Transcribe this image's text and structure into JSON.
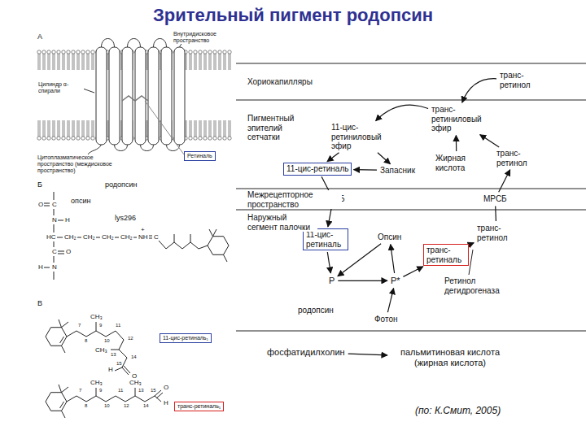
{
  "diagram": {
    "title": "Зрительный пигмент родопсин",
    "caption": "(по: К.Смит, 2005)",
    "nodes": [
      {
        "text": [
          "Ретиналь"
        ]
      },
      {
        "text": [
          "11-цис-ретиналь₁"
        ]
      },
      {
        "text": [
          "транс-ретиналь₁"
        ]
      },
      {
        "text": [
          "транс-ретинол"
        ]
      },
      {
        "text": [
          "транс-ретиниловый эфир"
        ]
      },
      {
        "text": [
          "11-цис-ретиниловый эфир"
        ]
      },
      {
        "text": [
          "Жирная кислота"
        ]
      },
      {
        "text": [
          "транс-ретинол"
        ]
      },
      {
        "text": [
          "11-цис-ретиналь"
        ]
      },
      {
        "text": [
          "Запасник"
        ]
      },
      {
        "text": [
          "МРСБ"
        ]
      },
      {
        "text": [
          "МРСБ"
        ]
      },
      {
        "text": [
          "11-цис-ретиналь"
        ]
      },
      {
        "text": [
          "Опсин"
        ]
      },
      {
        "text": [
          "транс-ретиналь"
        ]
      },
      {
        "text": [
          "транс-ретинол"
        ]
      },
      {
        "text": [
          "Р"
        ]
      },
      {
        "text": [
          "Р*"
        ]
      },
      {
        "text": [
          "Фотон"
        ]
      },
      {
        "text": [
          "фосфатидилхолин"
        ]
      },
      {
        "text": [
          "пальмитиновая кислота (жирная кислота)"
        ]
      }
    ],
    "edges": [
      {
        "from": 3,
        "to": 4,
        "arrow": "to"
      },
      {
        "from": 6,
        "to": 4,
        "arrow": "to"
      },
      {
        "from": 7,
        "to": 4,
        "arrow": "to"
      },
      {
        "from": 4,
        "to": 5,
        "arrow": "to"
      },
      {
        "from": 5,
        "to": 8,
        "arrow": "to"
      },
      {
        "from": 5,
        "to": 9,
        "arrow": "to"
      },
      {
        "from": 9,
        "to": 8,
        "arrow": "to"
      },
      {
        "from": 8,
        "to": 10,
        "arrow": "none"
      },
      {
        "from": 10,
        "to": 12,
        "arrow": "to"
      },
      {
        "from": 12,
        "to": 16,
        "arrow": "to"
      },
      {
        "from": 13,
        "to": 16,
        "arrow": "to"
      },
      {
        "from": 16,
        "to": 17,
        "arrow": "to"
      },
      {
        "from": 18,
        "to": 17,
        "arrow": "to"
      },
      {
        "from": 17,
        "to": 13,
        "arrow": "to"
      },
      {
        "from": 17,
        "to": 14,
        "arrow": "to"
      },
      {
        "from": 14,
        "to": 15,
        "arrow": "to"
      },
      {
        "from": 15,
        "to": 11,
        "arrow": "none"
      },
      {
        "from": 11,
        "to": 7,
        "arrow": "to"
      },
      {
        "from": 19,
        "to": 20,
        "arrow": "to"
      }
    ],
    "labels": [
      "А",
      "Цилиндр α-спирали",
      "Внутридисковое пространство",
      "Цитоплазматическое пространство (междисковое пространство)",
      "Б",
      "родопсин",
      "опсин",
      "lys296",
      "O",
      "C",
      "N",
      "H",
      "HC",
      "CH₂",
      "CH₂",
      "CH₂",
      "CH₂",
      "NH",
      "+",
      "C",
      "C",
      "O",
      "H",
      "N",
      "В",
      "CH₃",
      "CH₃",
      "O",
      "H",
      "7",
      "8",
      "9",
      "10",
      "11",
      "12",
      "13",
      "14",
      "15",
      "CH₃",
      "CH₃",
      "O",
      "H",
      "7",
      "8",
      "9",
      "10",
      "11",
      "12",
      "13",
      "14",
      "15",
      "Хориокапилляры",
      "Пигментный эпителий сетчатки",
      "Межрецепторное пространство",
      "Наружный сегмент палочки",
      "Ретинол дегидрогеназа",
      "родопсин"
    ]
  }
}
